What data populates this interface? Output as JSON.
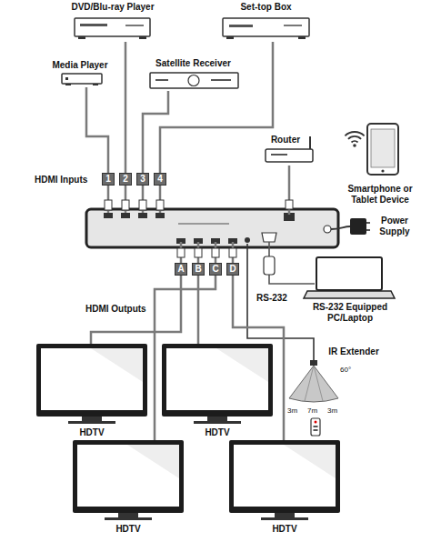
{
  "diagram": {
    "nodes": [
      {
        "text": [
          "DVD/Blu-ray Player"
        ]
      },
      {
        "text": [
          "Set-top Box"
        ]
      },
      {
        "text": [
          "Media Player"
        ]
      },
      {
        "text": [
          "Satellite Receiver"
        ]
      },
      {
        "text": [
          "Router"
        ]
      },
      {
        "text": [
          "Smartphone or Tablet Device"
        ]
      },
      {
        "text": [
          "1"
        ]
      },
      {
        "text": [
          "2"
        ]
      },
      {
        "text": [
          "3"
        ]
      },
      {
        "text": [
          "4"
        ]
      },
      {
        "text": [
          "Power Supply"
        ]
      },
      {
        "text": [
          "A"
        ]
      },
      {
        "text": [
          "B"
        ]
      },
      {
        "text": [
          "C"
        ]
      },
      {
        "text": [
          "D"
        ]
      },
      {
        "text": [
          "RS-232 Equipped PC/Laptop"
        ]
      },
      {
        "text": [
          "IR Extender"
        ]
      },
      {
        "text": [
          "HDTV"
        ]
      },
      {
        "text": [
          "HDTV"
        ]
      },
      {
        "text": [
          "HDTV"
        ]
      },
      {
        "text": [
          "HDTV"
        ]
      }
    ],
    "edges": [
      {
        "from": 2,
        "to": 6,
        "arrow": "none"
      },
      {
        "from": 0,
        "to": 7,
        "arrow": "none"
      },
      {
        "from": 3,
        "to": 8,
        "arrow": "none"
      },
      {
        "from": 1,
        "to": 9,
        "arrow": "none"
      },
      {
        "from": 11,
        "to": 17,
        "arrow": "none"
      },
      {
        "from": 12,
        "to": 18,
        "arrow": "none"
      },
      {
        "from": 13,
        "to": 19,
        "arrow": "none"
      },
      {
        "from": 14,
        "to": 20,
        "arrow": "none"
      }
    ],
    "labels": [
      "HDMI Inputs",
      "HDMI Outputs",
      "RS-232",
      "3m",
      "7m",
      "3m",
      "60°"
    ]
  }
}
